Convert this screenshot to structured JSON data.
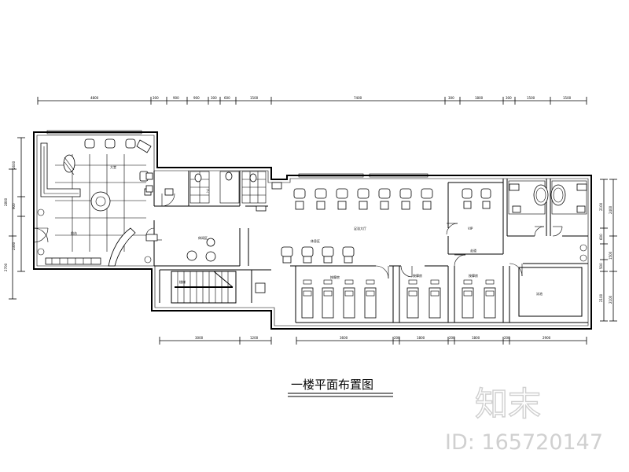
{
  "drawing": {
    "title": "一楼平面布置图"
  },
  "watermark": {
    "brand": "知末",
    "id_text": "ID: 165720147"
  }
}
